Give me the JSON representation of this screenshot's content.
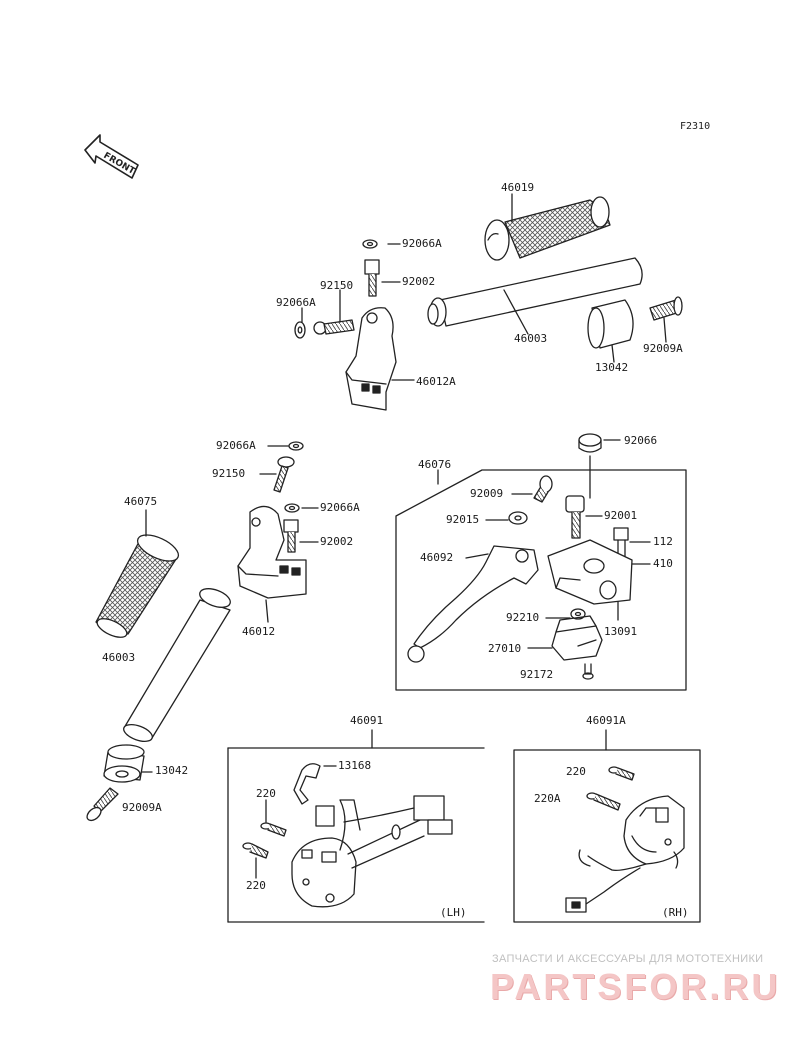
{
  "sheet_id": "F2310",
  "front_label": "FRONT",
  "side_labels": {
    "left": "(LH)",
    "right": "(RH)"
  },
  "watermark": {
    "caption": "ЗАПЧАСТИ И АКСЕССУАРЫ ДЛЯ МОТОТЕХНИКИ",
    "logo": "PARTSFOR.RU"
  },
  "part_labels": [
    {
      "id": "p46019",
      "text": "46019"
    },
    {
      "id": "p92066a-1",
      "text": "92066A"
    },
    {
      "id": "p92002-1",
      "text": "92002"
    },
    {
      "id": "p92150-1",
      "text": "92150"
    },
    {
      "id": "p92066a-2",
      "text": "92066A"
    },
    {
      "id": "p46003-1",
      "text": "46003"
    },
    {
      "id": "p13042-1",
      "text": "13042"
    },
    {
      "id": "p92009a-1",
      "text": "92009A"
    },
    {
      "id": "p46012a",
      "text": "46012A"
    },
    {
      "id": "p92066a-3",
      "text": "92066A"
    },
    {
      "id": "p92150-2",
      "text": "92150"
    },
    {
      "id": "p92066a-4",
      "text": "92066A"
    },
    {
      "id": "p92002-2",
      "text": "92002"
    },
    {
      "id": "p46012",
      "text": "46012"
    },
    {
      "id": "p46075",
      "text": "46075"
    },
    {
      "id": "p46003-2",
      "text": "46003"
    },
    {
      "id": "p13042-2",
      "text": "13042"
    },
    {
      "id": "p92009a-2",
      "text": "92009A"
    },
    {
      "id": "p46076",
      "text": "46076"
    },
    {
      "id": "p92066",
      "text": "92066"
    },
    {
      "id": "p92009",
      "text": "92009"
    },
    {
      "id": "p92015",
      "text": "92015"
    },
    {
      "id": "p92001",
      "text": "92001"
    },
    {
      "id": "p46092",
      "text": "46092"
    },
    {
      "id": "p112",
      "text": "112"
    },
    {
      "id": "p410",
      "text": "410"
    },
    {
      "id": "p92210",
      "text": "92210"
    },
    {
      "id": "p13091",
      "text": "13091"
    },
    {
      "id": "p27010",
      "text": "27010"
    },
    {
      "id": "p92172",
      "text": "92172"
    },
    {
      "id": "p46091",
      "text": "46091"
    },
    {
      "id": "p13168",
      "text": "13168"
    },
    {
      "id": "p220-1",
      "text": "220"
    },
    {
      "id": "p220-2",
      "text": "220"
    },
    {
      "id": "p46091a",
      "text": "46091A"
    },
    {
      "id": "p220-3",
      "text": "220"
    },
    {
      "id": "p220a",
      "text": "220A"
    }
  ]
}
